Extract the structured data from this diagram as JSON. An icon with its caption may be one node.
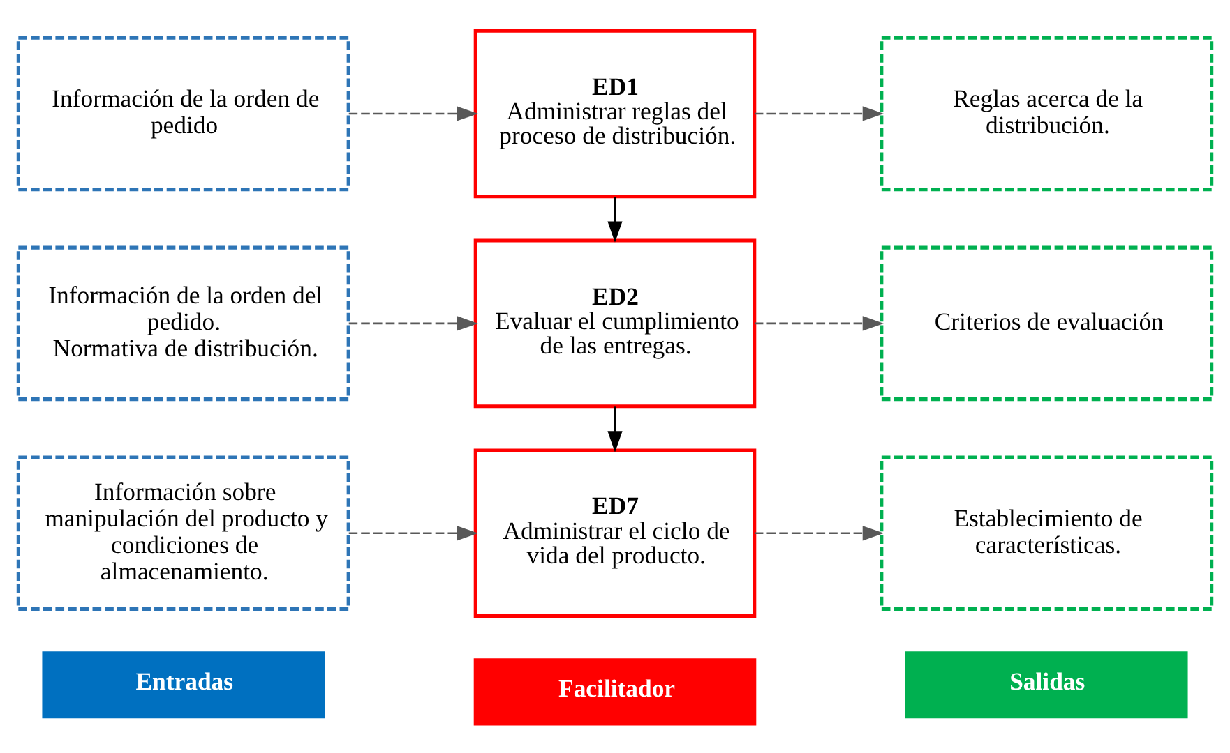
{
  "diagram": {
    "nodes": [
      {
        "text": [
          "Entradas"
        ]
      },
      {
        "text": [
          "Facilitador"
        ]
      },
      {
        "text": [
          "Salidas"
        ]
      },
      {
        "text": [
          "Información de la orden de pedido"
        ]
      },
      {
        "text": [
          "ED1",
          "Administrar reglas del proceso de distribución."
        ]
      },
      {
        "text": [
          "Reglas acerca de la distribución."
        ]
      },
      {
        "text": [
          "Información de la orden del pedido.",
          "Normativa de distribución."
        ]
      },
      {
        "text": [
          "ED2",
          "Evaluar el cumplimiento de las entregas."
        ]
      },
      {
        "text": [
          "Criterios de evaluación"
        ]
      },
      {
        "text": [
          "Información sobre manipulación del producto y condiciones de almacenamiento."
        ]
      },
      {
        "text": [
          "ED7",
          "Administrar el ciclo de vida del producto."
        ]
      },
      {
        "text": [
          "Establecimiento de características."
        ]
      }
    ],
    "edges": [
      {
        "from": 3,
        "to": 4,
        "arrow": "to",
        "style": "dashed"
      },
      {
        "from": 4,
        "to": 5,
        "arrow": "to",
        "style": "dashed"
      },
      {
        "from": 4,
        "to": 7,
        "arrow": "to",
        "color": "#000000"
      },
      {
        "from": 6,
        "to": 7,
        "arrow": "to",
        "style": "dashed"
      },
      {
        "from": 7,
        "to": 8,
        "arrow": "to",
        "style": "dashed"
      },
      {
        "from": 7,
        "to": 10,
        "arrow": "to",
        "color": "#000000"
      },
      {
        "from": 9,
        "to": 10,
        "arrow": "to",
        "style": "dashed"
      },
      {
        "from": 10,
        "to": 11,
        "arrow": "to",
        "style": "dashed"
      }
    ]
  }
}
